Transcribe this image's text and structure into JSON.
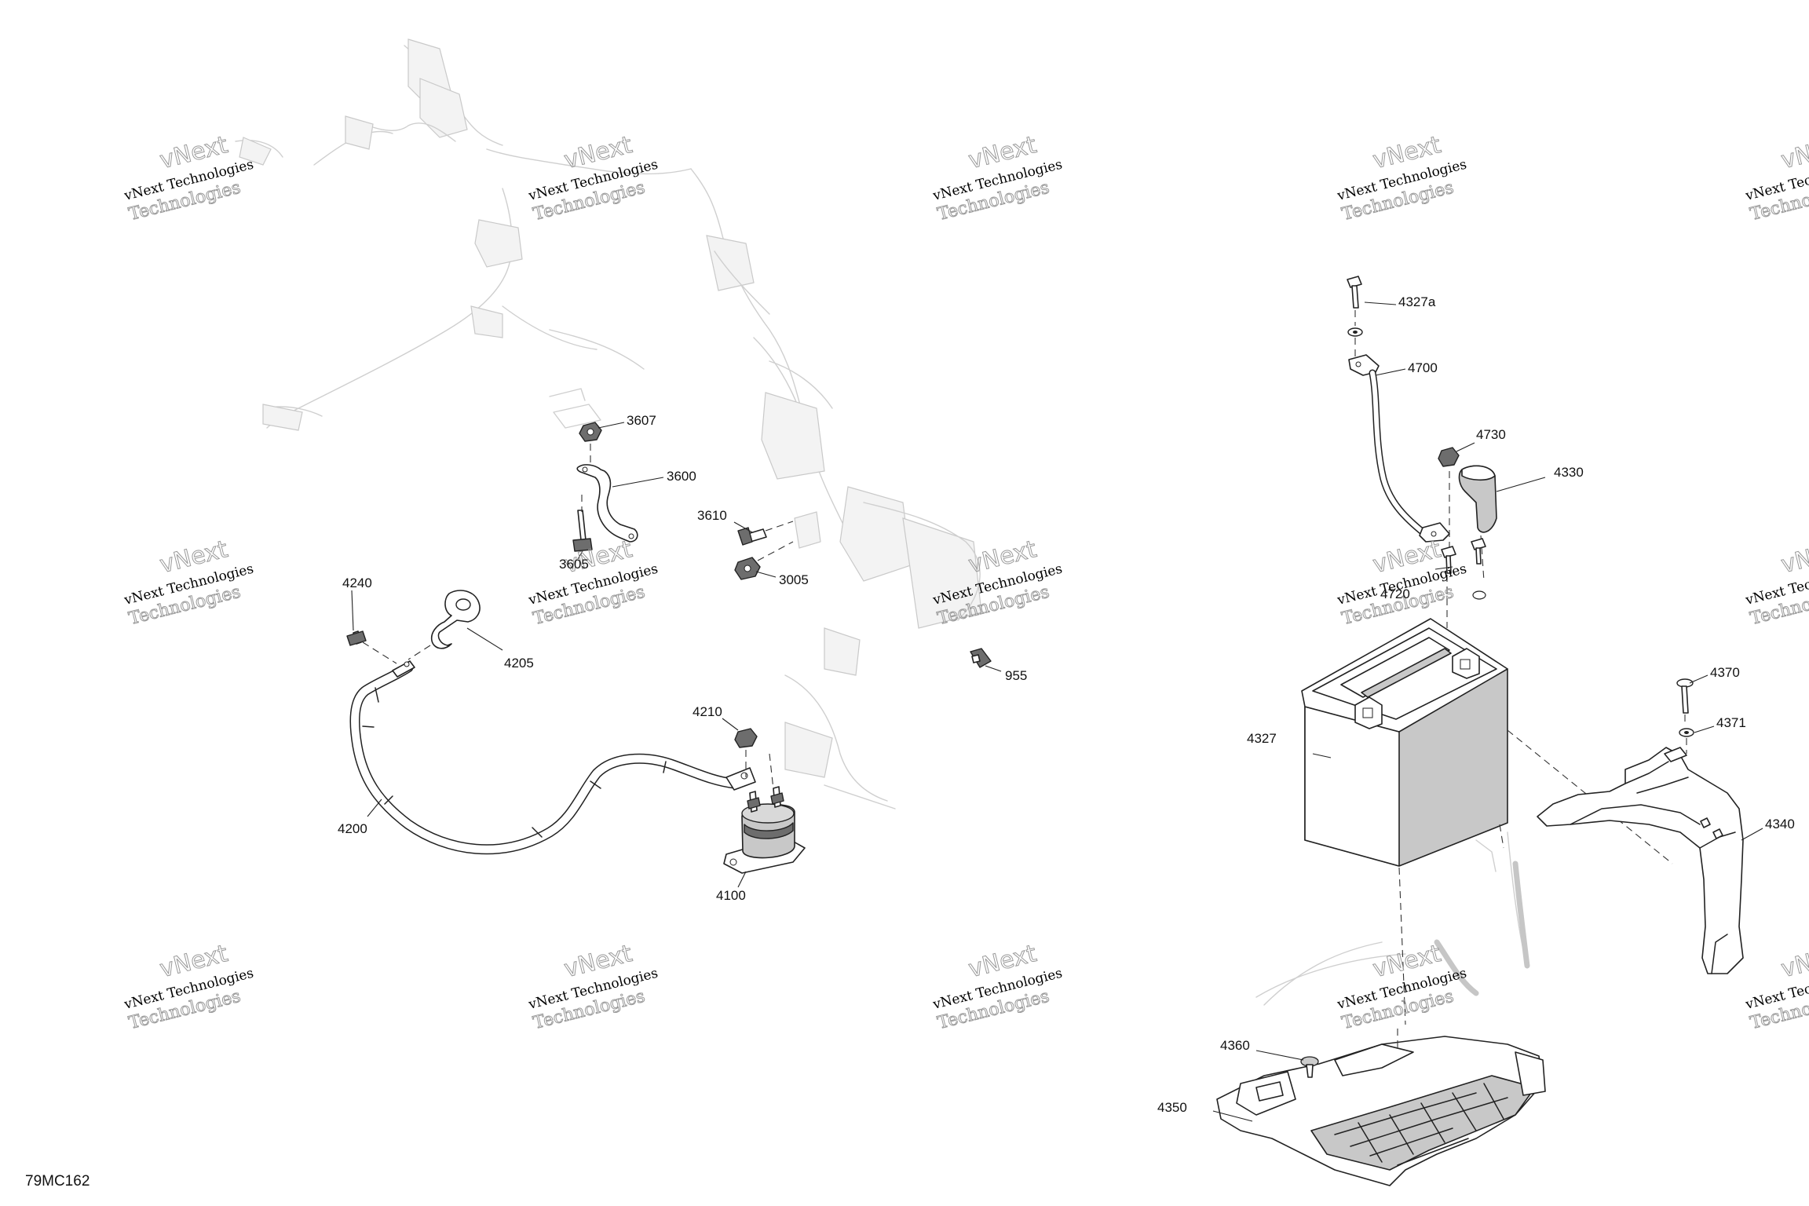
{
  "drawing_id": "79MC162",
  "watermark": {
    "line1": "vNext Technologies",
    "line2": "vNext",
    "line3": "Technologies"
  },
  "labels": {
    "p3607": "3607",
    "p3600": "3600",
    "p3610": "3610",
    "p3605": "3605",
    "p3005": "3005",
    "p4240": "4240",
    "p4205": "4205",
    "p955": "955",
    "p4210": "4210",
    "p4200": "4200",
    "p4100": "4100",
    "p4327a": "4327a",
    "p4700": "4700",
    "p4730": "4730",
    "p4330": "4330",
    "p4720": "4720",
    "p4327": "4327",
    "p4370": "4370",
    "p4371": "4371",
    "p4340": "4340",
    "p4360": "4360",
    "p4350": "4350"
  },
  "colors": {
    "ink": "#222222",
    "ghost": "#cfcfcf",
    "battery_fill": "#c8c8c8",
    "background": "#ffffff"
  }
}
